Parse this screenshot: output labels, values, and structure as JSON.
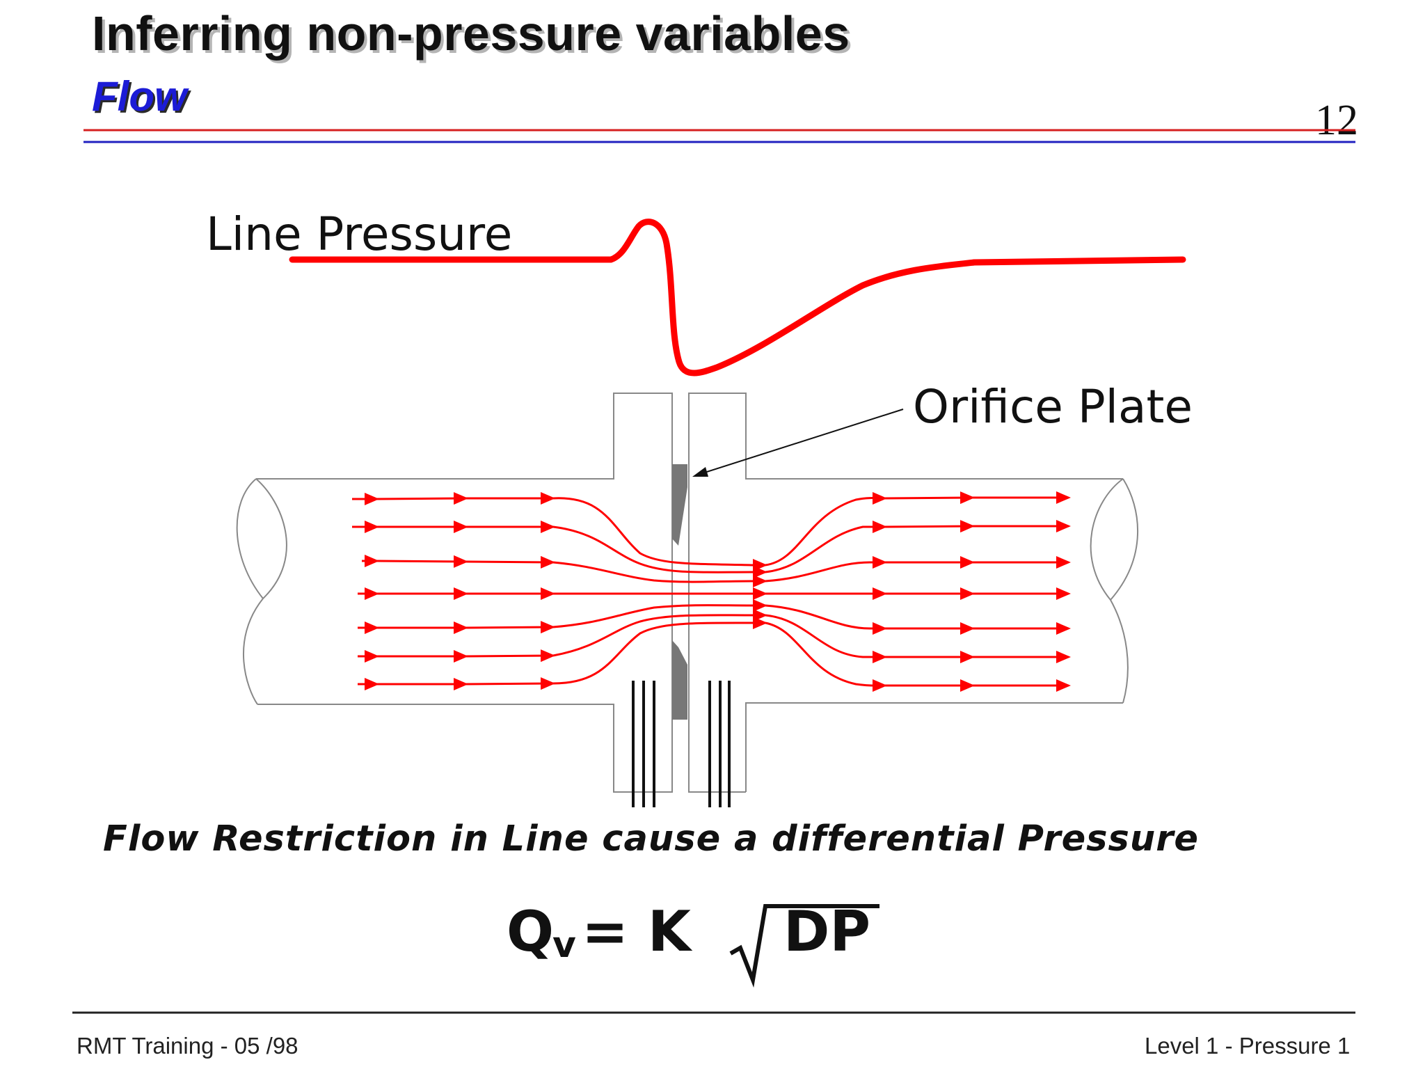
{
  "header": {
    "title": "Inferring non-pressure variables",
    "subtitle": "Flow",
    "slide_number": "12"
  },
  "diagram": {
    "line_pressure_label": "Line Pressure",
    "orifice_plate_label": "Orifice Plate",
    "colors": {
      "flow_lines": "#ff0000",
      "pressure_curve": "#ff0000",
      "orifice_plate": "#777777",
      "pipe_outline": "#888888"
    }
  },
  "caption": "Flow Restriction in Line cause a differential Pressure",
  "formula": {
    "q": "Q",
    "subscript": "v",
    "eq": "= K",
    "dp": "DP"
  },
  "footer": {
    "left": "RMT Training  -  05 /98",
    "right": "Level 1 - Pressure 1"
  }
}
